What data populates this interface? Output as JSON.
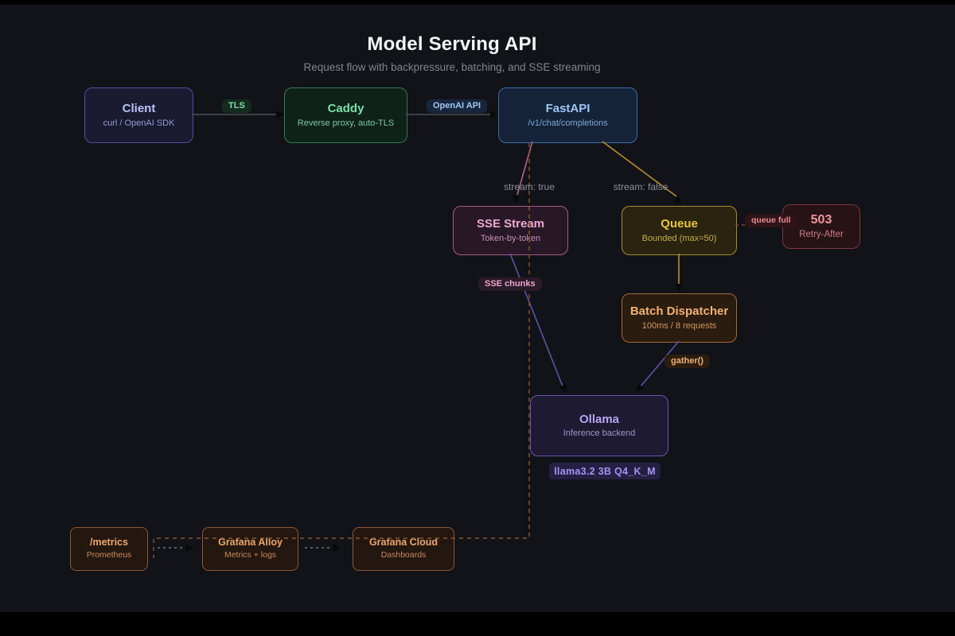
{
  "diagram": {
    "title": "Model Serving API",
    "subtitle": "Request flow with backpressure, batching, and SSE streaming"
  },
  "nodes": {
    "client": {
      "title": "Client",
      "subtitle": "curl / OpenAI SDK"
    },
    "caddy": {
      "title": "Caddy",
      "subtitle": "Reverse proxy, auto-TLS"
    },
    "fastapi": {
      "title": "FastAPI",
      "subtitle": "/v1/chat/completions"
    },
    "sse": {
      "title": "SSE Stream",
      "subtitle": "Token-by-token"
    },
    "queue": {
      "title": "Queue",
      "subtitle": "Bounded (max=50)"
    },
    "err503": {
      "title": "503",
      "subtitle": "Retry-After"
    },
    "batch": {
      "title": "Batch Dispatcher",
      "subtitle": "100ms / 8 requests"
    },
    "ollama": {
      "title": "Ollama",
      "subtitle": "Inference backend",
      "badge": "llama3.2 3B Q4_K_M"
    },
    "metrics": {
      "title": "/metrics",
      "subtitle": "Prometheus"
    },
    "alloy": {
      "title": "Grafana Alloy",
      "subtitle": "Metrics + logs"
    },
    "cloud": {
      "title": "Grafana Cloud",
      "subtitle": "Dashboards"
    }
  },
  "edges": [
    {
      "from": "Client",
      "to": "Caddy",
      "label": "TLS",
      "style": "solid"
    },
    {
      "from": "Caddy",
      "to": "FastAPI",
      "label": "OpenAI API",
      "style": "solid"
    },
    {
      "from": "FastAPI",
      "to": "SSE Stream",
      "label": "stream: true",
      "style": "solid"
    },
    {
      "from": "FastAPI",
      "to": "Queue",
      "label": "stream: false",
      "style": "solid"
    },
    {
      "from": "Queue",
      "to": "503",
      "label": "queue full",
      "style": "dashed"
    },
    {
      "from": "Queue",
      "to": "Batch Dispatcher",
      "label": "",
      "style": "solid"
    },
    {
      "from": "Batch Dispatcher",
      "to": "Ollama",
      "label": "gather()",
      "style": "solid"
    },
    {
      "from": "SSE Stream",
      "to": "Ollama",
      "label": "SSE chunks",
      "style": "solid"
    },
    {
      "from": "FastAPI",
      "to": "/metrics",
      "label": "",
      "style": "dashed"
    },
    {
      "from": "/metrics",
      "to": "Grafana Alloy",
      "label": "",
      "style": "dashed"
    },
    {
      "from": "Grafana Alloy",
      "to": "Grafana Cloud",
      "label": "",
      "style": "dashed"
    }
  ],
  "colors": {
    "background": "#121318",
    "letterbox": "#000000",
    "title_text": "#f3f4f6",
    "subtitle_text": "#808593",
    "edge_gray": "#4b4f58",
    "edge_pink": "#b0618d",
    "edge_yellow": "#b98d2f",
    "edge_purple": "#5d54a8",
    "edge_red_dashed": "#8a3a44",
    "edge_monitor_dashed": "#8a5730",
    "client_accent": "#bdc1f8",
    "caddy_accent": "#7ce0a7",
    "fastapi_accent": "#9dc6f3",
    "sse_accent": "#eda9d0",
    "queue_accent": "#e8c63c",
    "err503_accent": "#f0959e",
    "batch_accent": "#f2b273",
    "ollama_accent": "#b4a5f4",
    "monitoring_accent": "#eca76e"
  }
}
